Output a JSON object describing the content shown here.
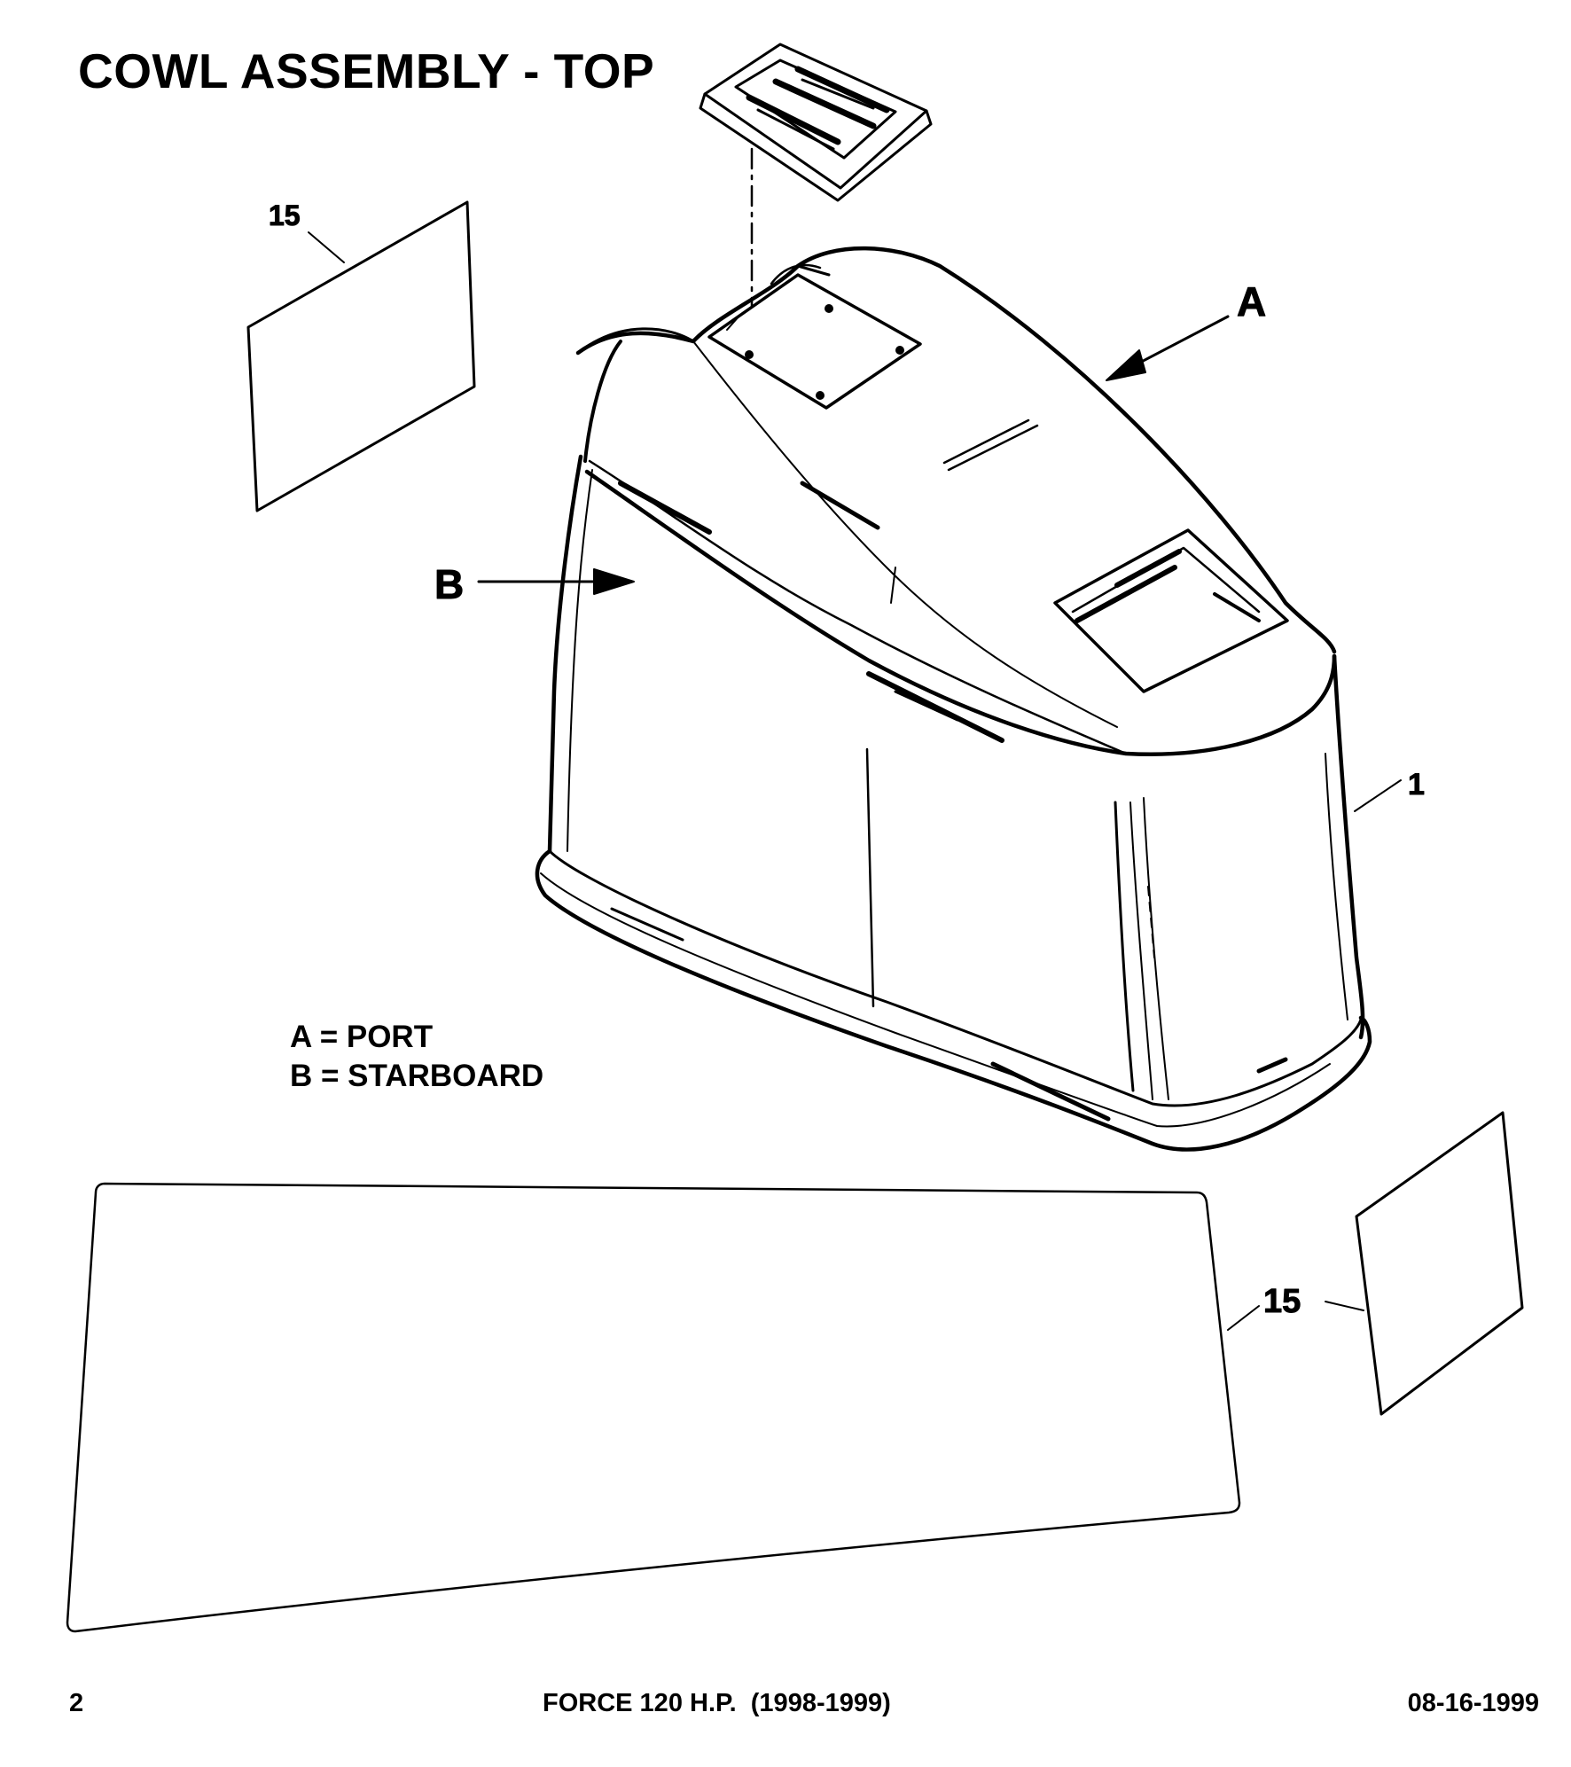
{
  "title": "COWL ASSEMBLY - TOP",
  "callouts": {
    "decal_top_left": "15",
    "port_side": "A",
    "starboard_side": "B",
    "cowl": "1",
    "decal_bottom": "15"
  },
  "legend": {
    "port": "A = PORT",
    "starboard": "B = STARBOARD"
  },
  "footer": {
    "page_number": "2",
    "model": "FORCE 120 H.P.  (1998-1999)",
    "date": "08-16-1999"
  }
}
